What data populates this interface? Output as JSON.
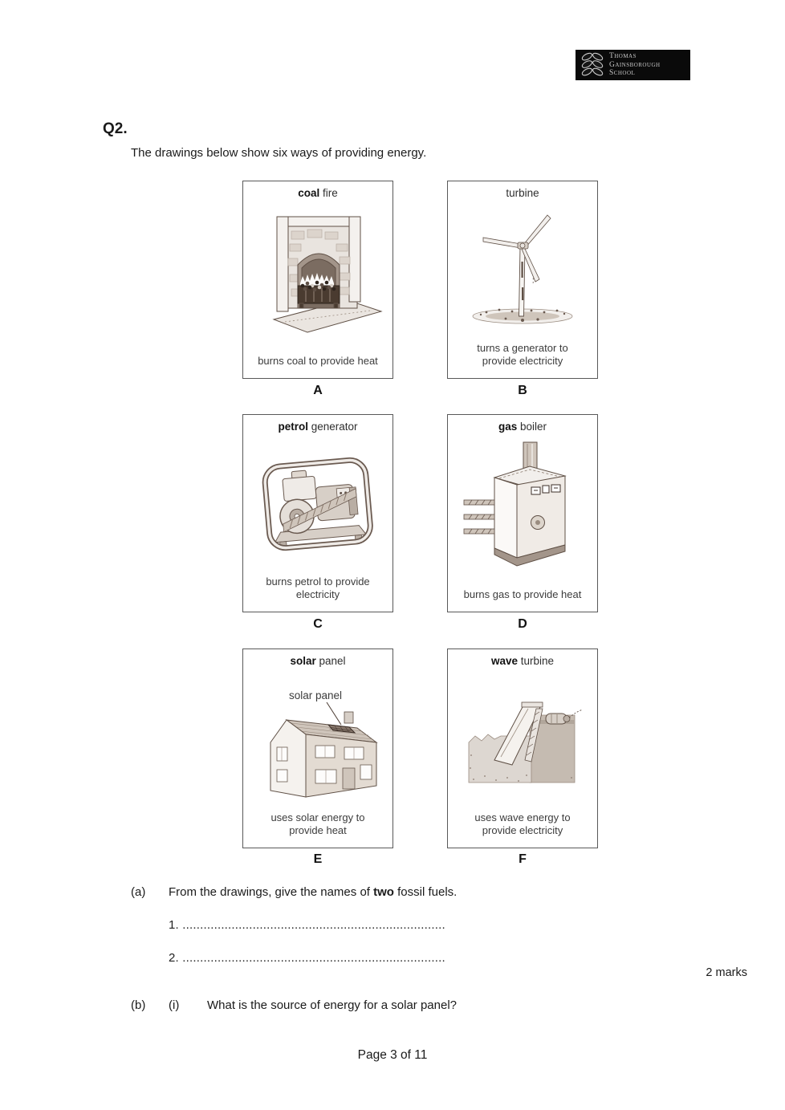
{
  "header": {
    "logo": {
      "line1": "Thomas",
      "line2": "Gainsborough",
      "line3": "School",
      "bg_color": "#0a0a0a",
      "text_color": "#c9c9c9"
    }
  },
  "question": {
    "number": "Q2.",
    "intro": "The drawings below show six ways of providing energy."
  },
  "figures": [
    {
      "label": "A",
      "title_bold": "coal",
      "title_rest": " fire",
      "caption": "burns coal to provide heat",
      "illustration": "coal-fire-drawing"
    },
    {
      "label": "B",
      "title_bold": "",
      "title_rest": "turbine",
      "caption": "turns a generator to provide electricity",
      "illustration": "wind-turbine-drawing"
    },
    {
      "label": "C",
      "title_bold": "petrol",
      "title_rest": " generator",
      "caption": "burns petrol to provide electricity",
      "illustration": "petrol-generator-drawing"
    },
    {
      "label": "D",
      "title_bold": "gas",
      "title_rest": " boiler",
      "caption": "burns gas to provide heat",
      "illustration": "gas-boiler-drawing"
    },
    {
      "label": "E",
      "title_bold": "solar",
      "title_rest": " panel",
      "caption": "uses solar energy to provide heat",
      "annotation": "solar panel",
      "illustration": "solar-house-drawing"
    },
    {
      "label": "F",
      "title_bold": "wave",
      "title_rest": " turbine",
      "caption": "uses wave energy to provide electricity",
      "illustration": "wave-turbine-drawing"
    }
  ],
  "part_a": {
    "label": "(a)",
    "prompt_before": "From the drawings, give the names of ",
    "prompt_bold": "two",
    "prompt_after": " fossil fuels.",
    "answer_line_1": "1. ...........................................................................",
    "answer_line_2": "2. ...........................................................................",
    "marks": "2 marks"
  },
  "part_b": {
    "label": "(b)",
    "sub_label": "(i)",
    "prompt": "What is the source of energy for a solar panel?"
  },
  "footer": {
    "page_info": "Page 3 of 11"
  },
  "colors": {
    "ink": "#1a1a1a",
    "drawing_outline": "#5f5046",
    "drawing_fill_light": "#efebe7",
    "drawing_fill_mid": "#d7cfc7",
    "drawing_fill_dark": "#b9aea4",
    "box_border": "#595959"
  }
}
